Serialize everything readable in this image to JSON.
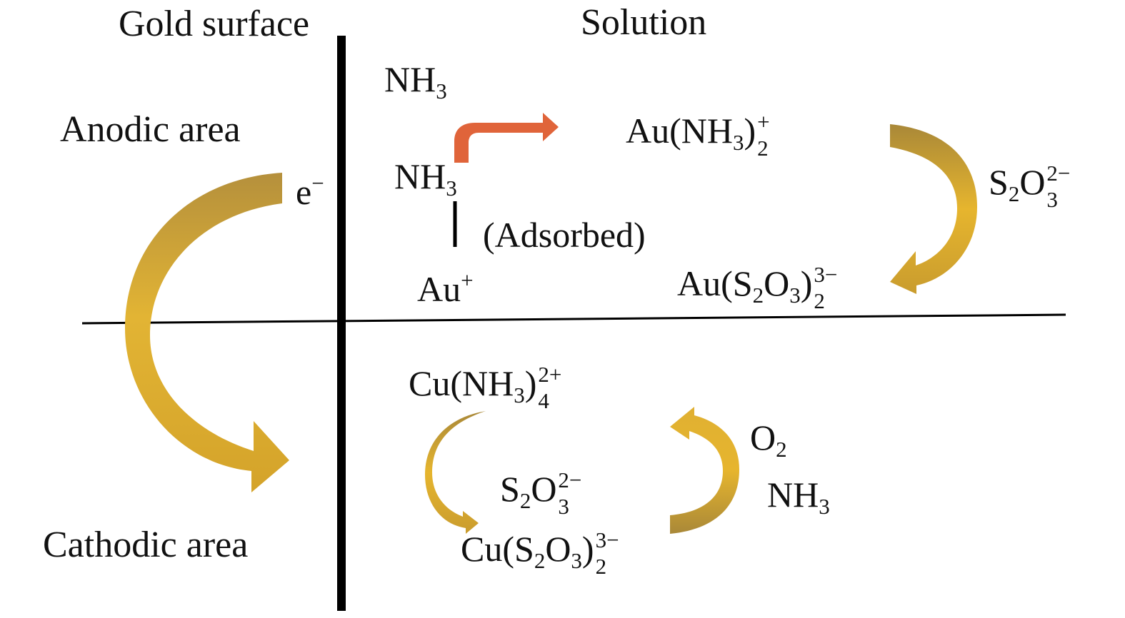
{
  "regions": {
    "gold_surface": "Gold surface",
    "solution": "Solution",
    "anodic_area": "Anodic area",
    "cathodic_area": "Cathodic area"
  },
  "electron": {
    "base": "e",
    "charge": "−"
  },
  "anodic_species": {
    "nh3_top": {
      "base": "NH",
      "sub": "3"
    },
    "nh3_adsorbed": {
      "base": "NH",
      "sub": "3"
    },
    "adsorbed_label": "(Adsorbed)",
    "au_plus": {
      "base": "Au",
      "charge": "+"
    },
    "au_nh3_2": {
      "prefix": "Au(NH",
      "inner_sub": "3",
      "close": ")",
      "sup": "+",
      "sub": "2"
    },
    "thiosulfate_right": {
      "s": "S",
      "s_sub": "2",
      "o": "O",
      "sup": "2−",
      "sub": "3"
    },
    "au_s2o3_2": {
      "prefix": "Au(S",
      "s_sub": "2",
      "o": "O",
      "o_sub": "3",
      "close": ")",
      "sup": "3−",
      "sub": "2"
    }
  },
  "cathodic_species": {
    "cu_nh3_4": {
      "prefix": "Cu(NH",
      "inner_sub": "3",
      "close": ")",
      "sup": "2+",
      "sub": "4"
    },
    "thiosulfate_center": {
      "s": "S",
      "s_sub": "2",
      "o": "O",
      "sup": "2−",
      "sub": "3"
    },
    "cu_s2o3_2": {
      "prefix": "Cu(S",
      "s_sub": "2",
      "o": "O",
      "o_sub": "3",
      "close": ")",
      "sup": "3−",
      "sub": "2"
    },
    "o2": {
      "base": "O",
      "sub": "2"
    },
    "nh3": {
      "base": "NH",
      "sub": "3"
    }
  },
  "colors": {
    "gold_arrow": "#d3a32a",
    "gold_arrow_dark": "#b08a2a",
    "orange_arrow": "#e0643a",
    "lines": "#000000"
  }
}
